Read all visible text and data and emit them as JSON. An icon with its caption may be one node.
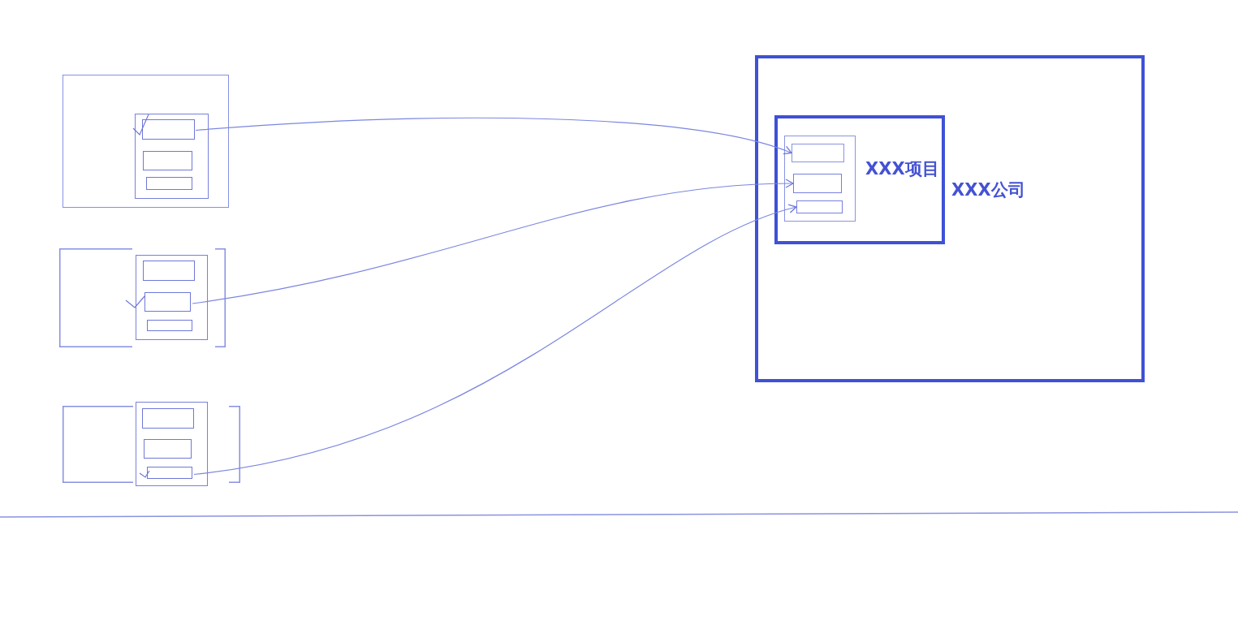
{
  "diagram": {
    "nodes": [
      {
        "text": [],
        "shape": "box"
      },
      {
        "text": [],
        "shape": "box",
        "in": 0
      },
      {
        "text": [],
        "shape": "box",
        "in": 1
      },
      {
        "text": [],
        "shape": "box",
        "in": 1
      },
      {
        "text": [],
        "shape": "box",
        "in": 1
      },
      {
        "text": [],
        "shape": "box"
      },
      {
        "text": [],
        "shape": "box",
        "in": 5
      },
      {
        "text": [],
        "shape": "box",
        "in": 6
      },
      {
        "text": [],
        "shape": "box",
        "in": 6
      },
      {
        "text": [],
        "shape": "box",
        "in": 6
      },
      {
        "text": [],
        "shape": "box"
      },
      {
        "text": [],
        "shape": "box",
        "in": 10
      },
      {
        "text": [],
        "shape": "box",
        "in": 11
      },
      {
        "text": [],
        "shape": "box",
        "in": 11
      },
      {
        "text": [],
        "shape": "box",
        "in": 11
      },
      {
        "text": [
          "XXX公司"
        ]
      },
      {
        "text": [
          "XXX项目"
        ],
        "in": 15
      },
      {
        "text": [],
        "shape": "box",
        "in": 16
      },
      {
        "text": [],
        "shape": "box",
        "in": 17
      },
      {
        "text": [],
        "shape": "box",
        "in": 17
      },
      {
        "text": [],
        "shape": "box",
        "in": 17
      }
    ],
    "edges": [
      {
        "from": 2,
        "to": 18,
        "arrow": "to"
      },
      {
        "from": 8,
        "to": 19,
        "arrow": "to"
      },
      {
        "from": 14,
        "to": 20,
        "arrow": "to"
      }
    ]
  }
}
